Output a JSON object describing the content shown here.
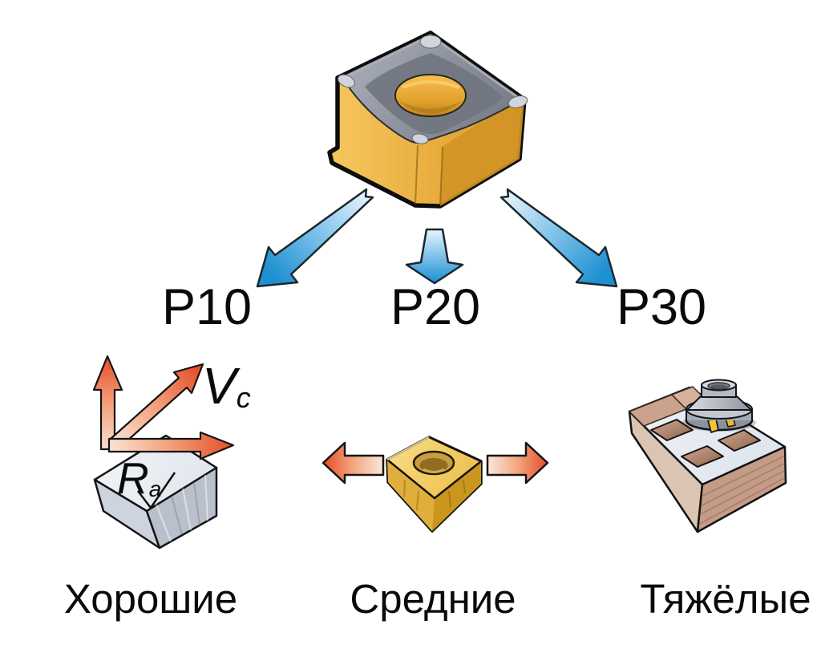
{
  "grades": [
    {
      "label": "P10",
      "condition": "Хорошие"
    },
    {
      "label": "P20",
      "condition": "Средние"
    },
    {
      "label": "P30",
      "condition": "Тяжёлые"
    }
  ],
  "annotations": {
    "cutting_speed_symbol": "V",
    "cutting_speed_subscript": "c",
    "roughness_symbol": "R",
    "roughness_subscript": "a"
  },
  "graphics": {
    "insert": {
      "icon": "carbide-milling-insert",
      "body_color": "#E8AC3C",
      "top_color": "#8A8F9A",
      "hole_color": "#E3A22E"
    },
    "branch_arrows": {
      "icon": "blue-gradient-arrows",
      "color_light": "#EAF5FC",
      "color_dark": "#1D90D0"
    },
    "p10": {
      "icon": "cutting-speed-axes-and-machined-block",
      "arrow_color": "#E5502A",
      "block_color": "#DFE5EC"
    },
    "p20": {
      "icon": "insert-with-outward-arrows",
      "arrow_color": "#E5502A",
      "insert_color": "#EDBF4D"
    },
    "p30": {
      "icon": "face-mill-on-cast-workpiece",
      "workpiece_color": "#C49B86",
      "machined_color": "#EDF1F6"
    }
  }
}
